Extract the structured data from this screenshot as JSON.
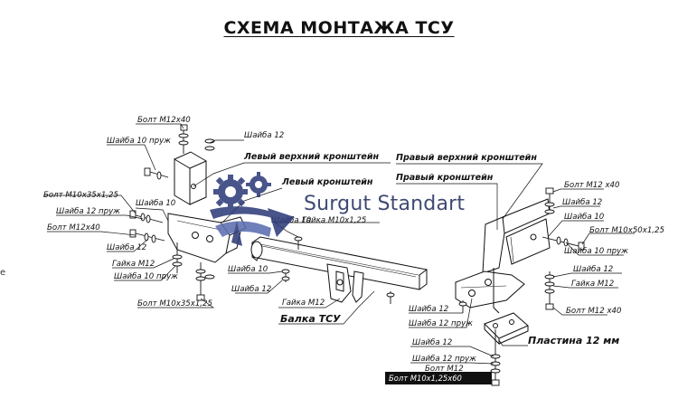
{
  "title": "СХЕМА МОНТАЖА ТСУ",
  "watermark": {
    "text": "Surgut Standart",
    "colors": {
      "gear": "#2f3d7a",
      "accent": "#5c6eb0"
    }
  },
  "stray_text": "e",
  "labels": {
    "bolt_m12x40_top": "Болт М12х40",
    "washer_10_spring_tl": "Шайба 10 пруж",
    "washer_12_tl": "Шайба 12",
    "bolt_m10x35_top": "Болт М10х35х1,25",
    "washer_10_left": "Шайба 10",
    "washer_12_spring_left": "Шайба 12 пруж",
    "bolt_m12x40_left": "Болт М12х40",
    "washer_12_left": "Шайба 12",
    "nut_m12_left": "Гайка М12",
    "washer_10_spring_left": "Шайба 10 пруж",
    "bolt_m10x35_bottom": "Болт М10х35х1,25",
    "left_upper_bracket": "Левый верхний кронштейн",
    "left_bracket": "Левый кронштейн",
    "washer_10_mid": "Шайба 10",
    "nut_m10_mid": "Гайка М10х1,25",
    "washer_10_low": "Шайба 10",
    "washer_12_low": "Шайба 12",
    "nut_m12_low": "Гайка М12",
    "beam": "Балка ТСУ",
    "right_upper_bracket": "Правый верхний кронштейн",
    "right_bracket": "Правый кронштейн",
    "bolt_m12_right_top": "Болт М12 х40",
    "washer_12_right_top": "Шайба 12",
    "washer_10_right": "Шайба 10",
    "bolt_m10x50": "Болт М10х50х1,25",
    "washer_10_spring_right": "Шайба 10 пруж",
    "washer_12_right": "Шайба 12",
    "nut_m12_right": "Гайка М12",
    "bolt_m12_right_bottom": "Болт М12 х40",
    "washer_12_center": "Шайба 12",
    "washer_12_spring_center": "Шайба 12 пруж",
    "plate": "Пластина 12 мм",
    "washer_12_bottom": "Шайба 12",
    "washer_12_spring_bottom": "Шайба 12 пруж",
    "bolt_m12_bottom": "Болт М12",
    "bolt_m10_bottom": "Болт М10х1,25х60"
  }
}
